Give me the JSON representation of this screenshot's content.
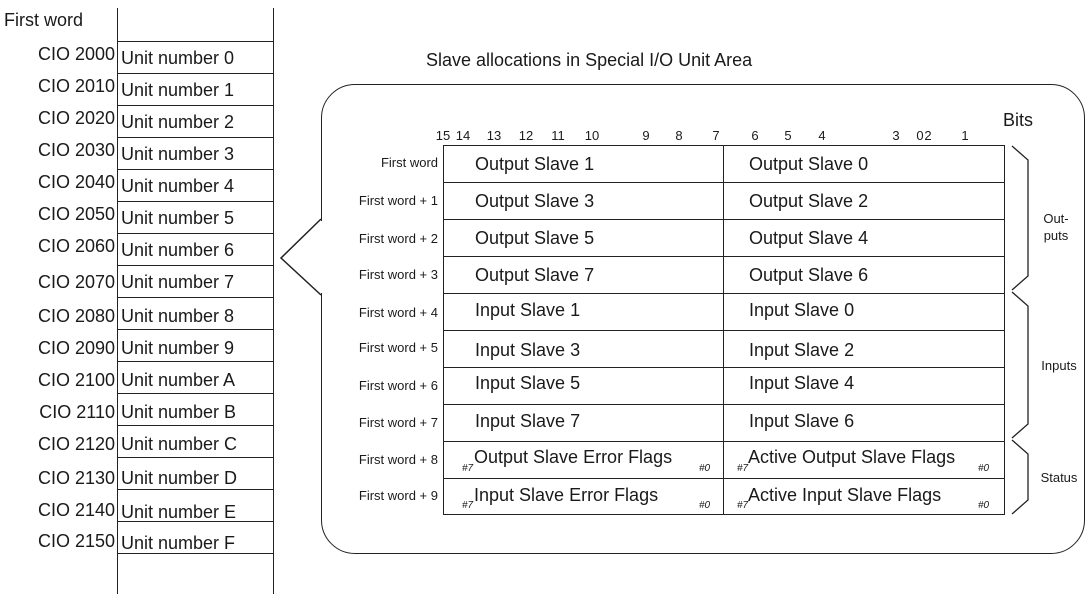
{
  "left_table": {
    "header": "First word",
    "rows": [
      {
        "word": "CIO 2000",
        "unit": "Unit number 0"
      },
      {
        "word": "CIO 2010",
        "unit": "Unit number 1"
      },
      {
        "word": "CIO 2020",
        "unit": "Unit number 2"
      },
      {
        "word": "CIO 2030",
        "unit": "Unit number 3"
      },
      {
        "word": "CIO 2040",
        "unit": "Unit number 4"
      },
      {
        "word": "CIO 2050",
        "unit": "Unit number 5"
      },
      {
        "word": "CIO 2060",
        "unit": "Unit number 6"
      },
      {
        "word": "CIO 2070",
        "unit": "Unit number 7"
      },
      {
        "word": "CIO 2080",
        "unit": "Unit number 8"
      },
      {
        "word": "CIO 2090",
        "unit": "Unit number 9"
      },
      {
        "word": "CIO 2100",
        "unit": "Unit number A"
      },
      {
        "word": "CIO 2110",
        "unit": "Unit number B"
      },
      {
        "word": "CIO 2120",
        "unit": "Unit number C"
      },
      {
        "word": "CIO 2130",
        "unit": "Unit number D"
      },
      {
        "word": "CIO 2140",
        "unit": "Unit number E"
      },
      {
        "word": "CIO 2150",
        "unit": "Unit number F"
      }
    ]
  },
  "callout": {
    "title": "Slave allocations in Special I/O Unit Area",
    "bits_label": "Bits",
    "bit_numbers": [
      "15",
      "14",
      "13",
      "12",
      "11",
      "10",
      "9",
      "8",
      "7",
      "6",
      "5",
      "4",
      "3",
      "0",
      "2",
      "1"
    ],
    "rows": [
      {
        "label": "First word",
        "left": "Output Slave 1",
        "right": "Output Slave 0"
      },
      {
        "label": "First word + 1",
        "left": "Output Slave 3",
        "right": "Output Slave 2"
      },
      {
        "label": "First word + 2",
        "left": "Output Slave 5",
        "right": "Output Slave 4"
      },
      {
        "label": "First word + 3",
        "left": "Output Slave 7",
        "right": "Output Slave 6"
      },
      {
        "label": "First word + 4",
        "left": "Input Slave 1",
        "right": "Input Slave 0"
      },
      {
        "label": "First word + 5",
        "left": "Input Slave 3",
        "right": "Input Slave 2"
      },
      {
        "label": "First word + 6",
        "left": "Input Slave 5",
        "right": "Input Slave 4"
      },
      {
        "label": "First word + 7",
        "left": "Input Slave 7",
        "right": "Input Slave 6"
      },
      {
        "label": "First word + 8",
        "left": "Output Slave Error Flags",
        "right": "Active Output Slave Flags"
      },
      {
        "label": "First word + 9",
        "left": "Input Slave Error Flags",
        "right": "Active Input Slave Flags"
      }
    ],
    "flag_bit_high": "#7",
    "flag_bit_low": "#0",
    "groups": {
      "outputs_line1": "Out-",
      "outputs_line2": "puts",
      "inputs": "Inputs",
      "status": "Status"
    }
  }
}
